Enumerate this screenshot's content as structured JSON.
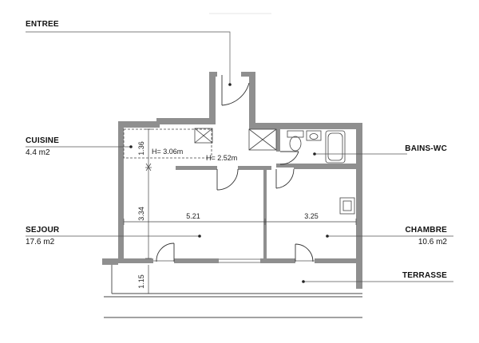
{
  "rooms": {
    "entree": {
      "name": "ENTREE"
    },
    "cuisine": {
      "name": "CUISINE",
      "area": "4.4 m2"
    },
    "sejour": {
      "name": "SEJOUR",
      "area": "17.6 m2"
    },
    "bains_wc": {
      "name": "BAINS-WC"
    },
    "chambre": {
      "name": "CHAMBRE",
      "area": "10.6 m2"
    },
    "terrasse": {
      "name": "TERRASSE"
    }
  },
  "dimensions": {
    "cuisine_depth": "1.36",
    "sejour_depth": "3.34",
    "terrasse_depth": "1.15",
    "sejour_width": "5.21",
    "chambre_width": "3.25"
  },
  "heights": {
    "cuisine": "H= 3.06m",
    "corridor": "H= 2.52m"
  },
  "colors": {
    "wall": "#8f8f8f",
    "line": "#333333",
    "leader": "#555555"
  }
}
